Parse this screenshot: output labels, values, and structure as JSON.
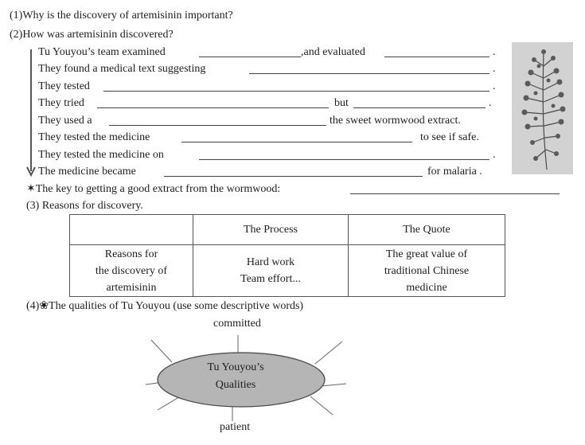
{
  "questions": {
    "q1": "(1)Why is the discovery of artemisinin important?",
    "q2": "(2)How was artemisinin discovered?",
    "q3": "(3)  Reasons for discovery.",
    "q4": "(4)❀The qualities of Tu Youyou (use some descriptive words)"
  },
  "steps": {
    "s1_a": "Tu Youyou’s team examined",
    "s1_b": ",and evaluated",
    "s2": "They found a medical text suggesting",
    "s3": "They tested",
    "s4_a": "They tried",
    "s4_b": "but",
    "s5_a": "They used a",
    "s5_b": "the sweet wormwood extract.",
    "s6_a": "They tested the medicine",
    "s6_b": "to see if safe.",
    "s7": "They tested the medicine on",
    "s8_a": "The medicine became",
    "s8_b": "for malaria .",
    "period": "."
  },
  "key_line": "✶The key to getting a good extract from the wormwood:",
  "reasons_table": {
    "headers": [
      "",
      "The Process",
      "The Quote"
    ],
    "row": [
      "Reasons for\nthe discovery of\nartemisinin",
      "Hard work\nTeam effort...",
      "The great value of\ntraditional Chinese\nmedicine"
    ]
  },
  "mind_map": {
    "center": "Tu Youyou’s\nQualities",
    "top": "committed",
    "bottom": "patient"
  },
  "image": {
    "icon": "sweet-wormwood-plant-icon"
  }
}
